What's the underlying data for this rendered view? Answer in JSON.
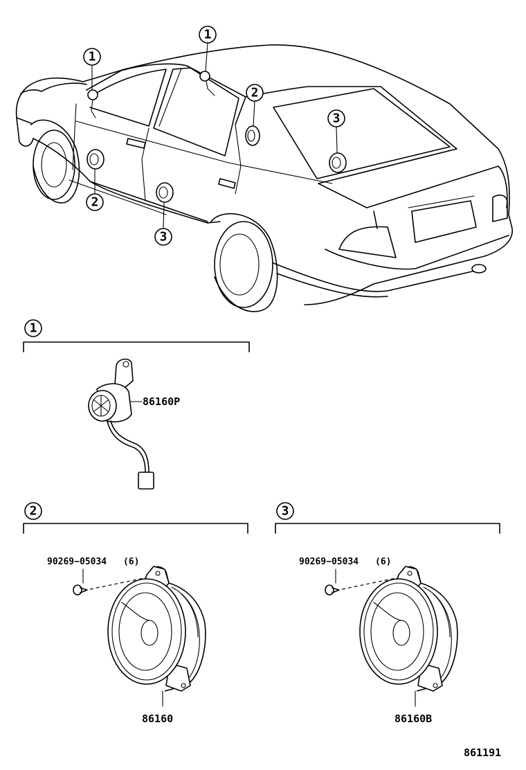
{
  "callouts": {
    "c1": "1",
    "c2": "2",
    "c3": "3"
  },
  "parts": {
    "tweeter": "86160P",
    "front_speaker": "86160",
    "rear_speaker": "86160B",
    "screw_front": "90269−05034",
    "screw_front_qty": "(6)",
    "screw_rear": "90269−05034",
    "screw_rear_qty": "(6)"
  },
  "figure_id": "861191"
}
